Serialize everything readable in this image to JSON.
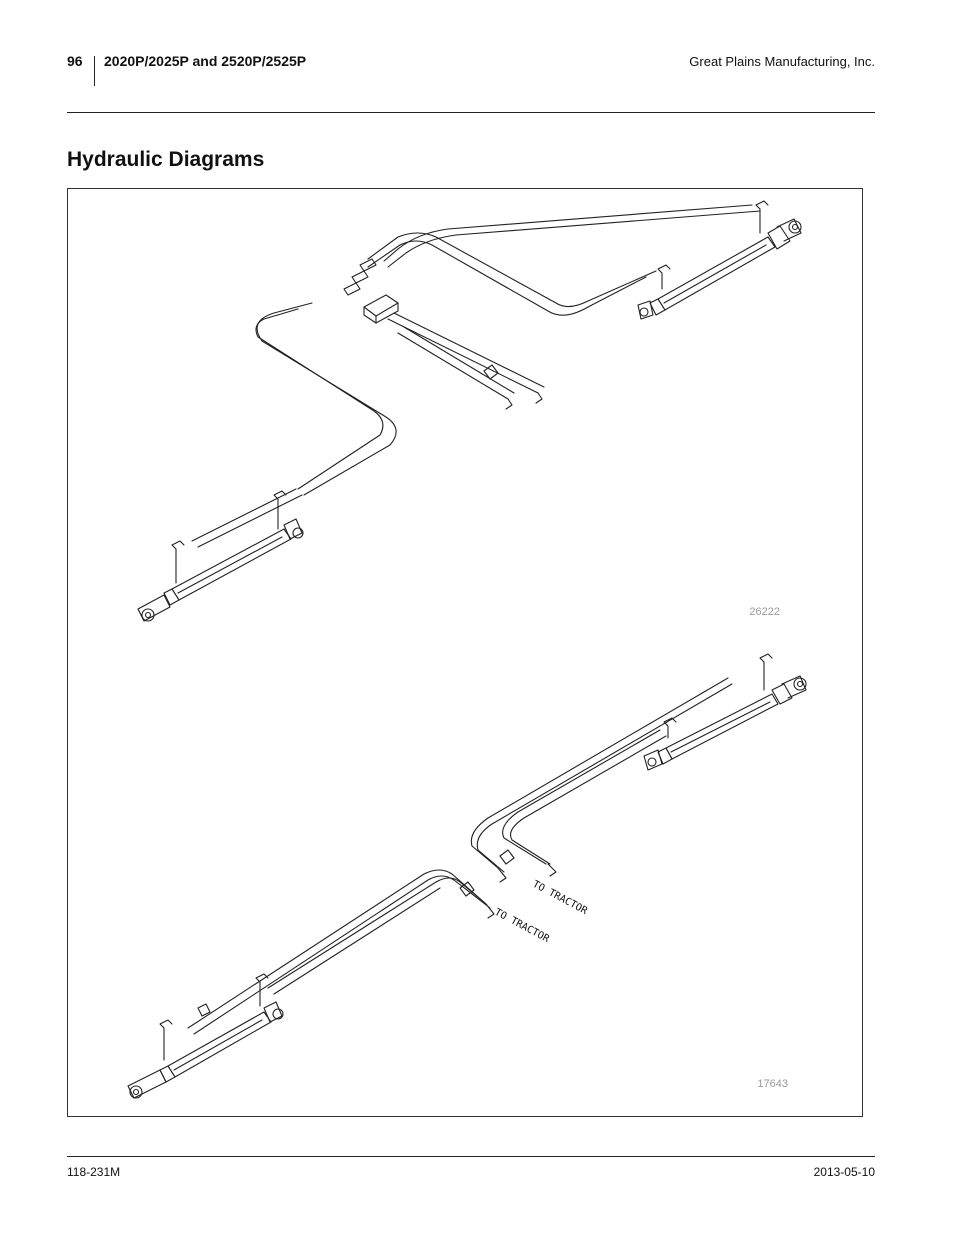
{
  "header": {
    "page_number": "96",
    "document_title": "2020P/2025P and 2520P/2525P",
    "company": "Great Plains Manufacturing, Inc."
  },
  "section": {
    "heading": "Hydraulic Diagrams"
  },
  "figures": [
    {
      "id": "26222",
      "labels": []
    },
    {
      "id": "17643",
      "labels": [
        "TO TRACTOR",
        "TO TRACTOR"
      ]
    }
  ],
  "footer": {
    "document_number": "118-231M",
    "date": "2013-05-10"
  }
}
